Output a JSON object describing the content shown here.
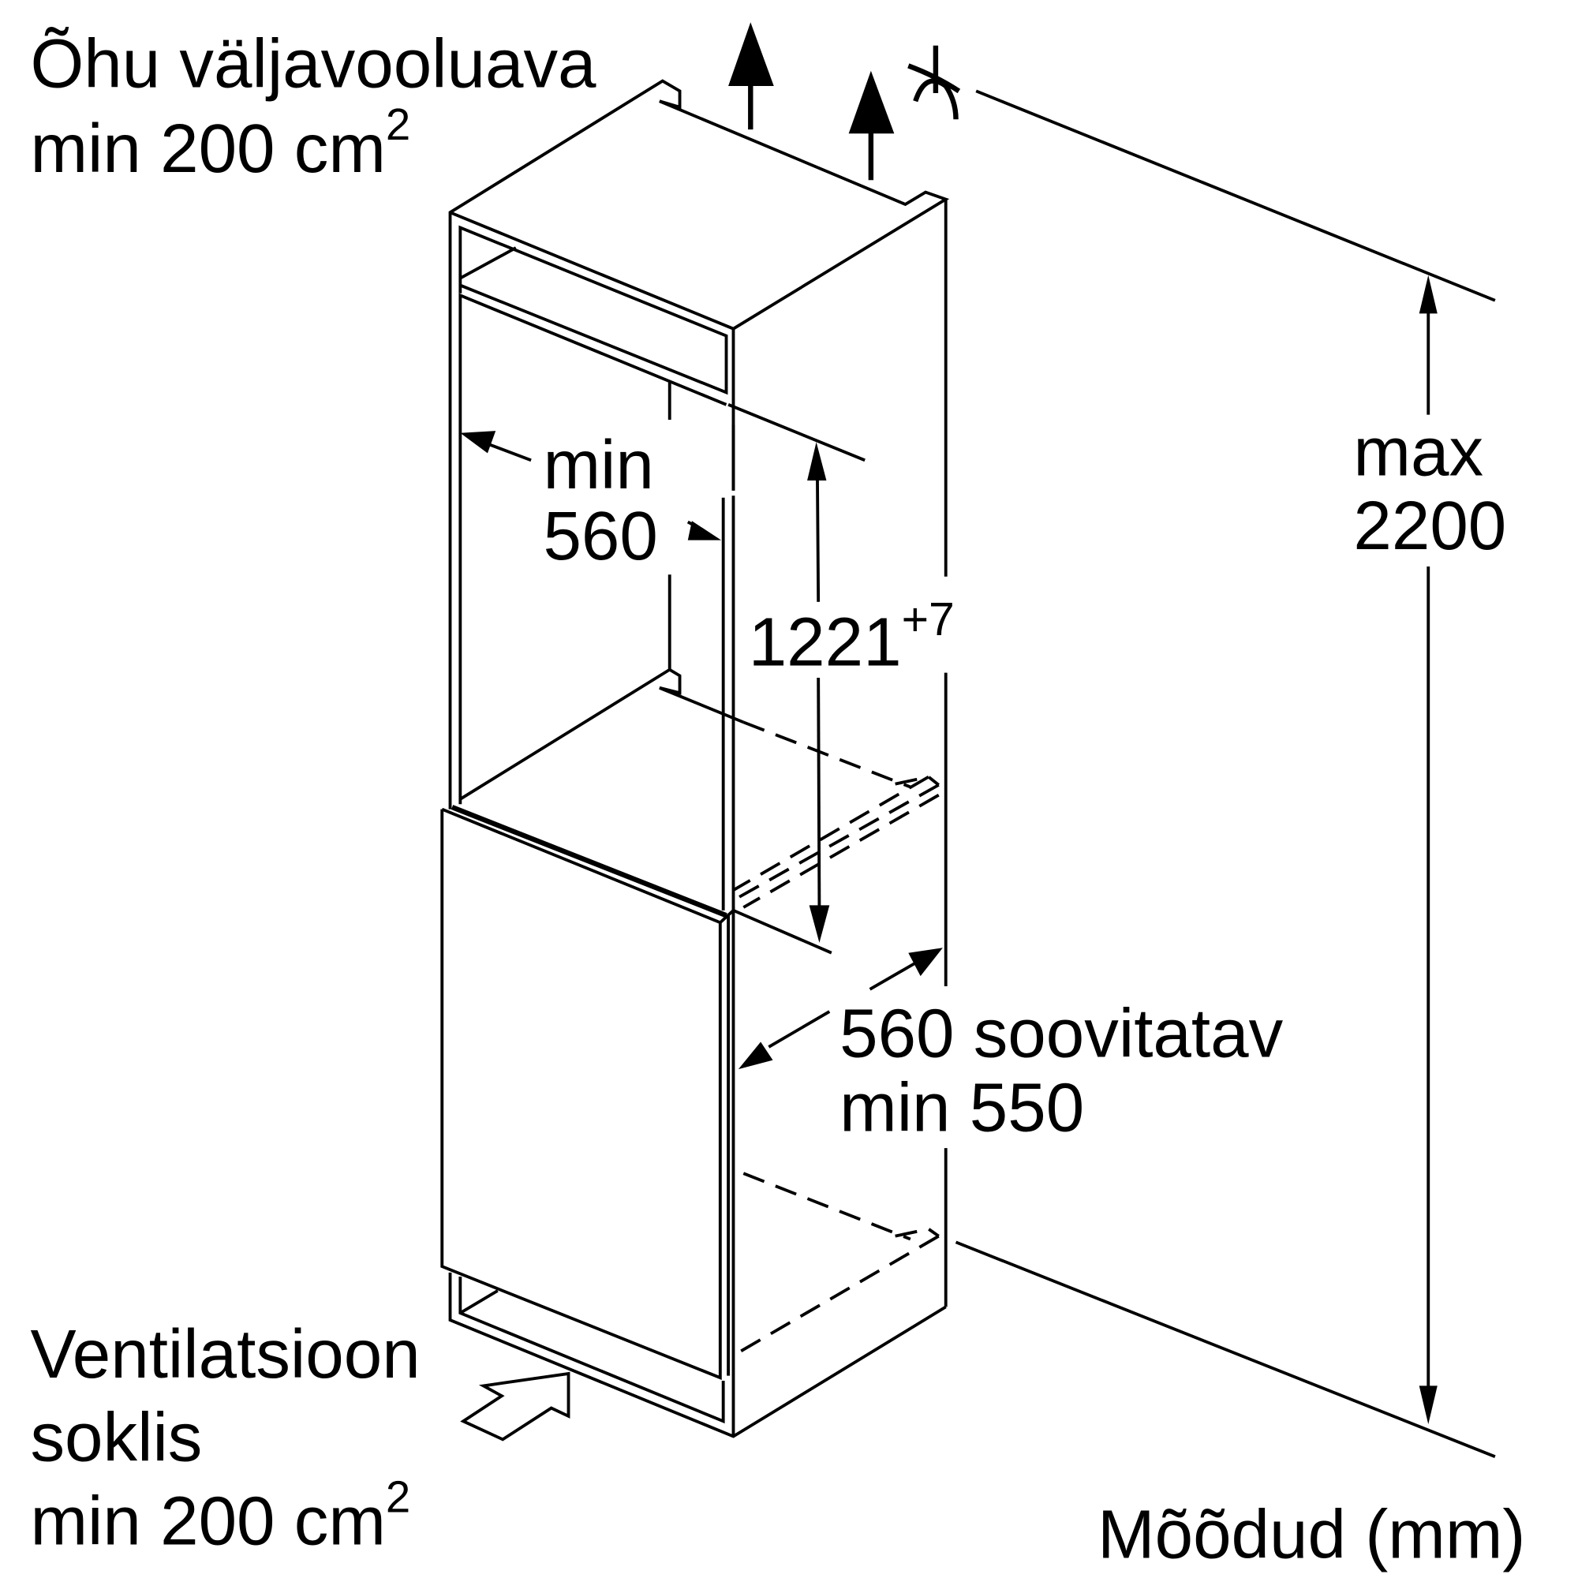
{
  "labels": {
    "air_outlet_line1": "Õhu väljavooluava",
    "air_outlet_line2": "min 200 cm",
    "air_outlet_sup": "2",
    "ventilation_line1": "Ventilatsioon",
    "ventilation_line2": "soklis",
    "ventilation_line3": "min 200 cm",
    "ventilation_sup": "2",
    "width_line1": "min",
    "width_line2": "560",
    "niche_height": "1221",
    "niche_height_tolerance": "+7",
    "depth_line1": "560 soovitatav",
    "depth_line2": "min 550",
    "max_height_line1": "max",
    "max_height_line2": "2200",
    "units": "Mõõdud (mm)"
  }
}
